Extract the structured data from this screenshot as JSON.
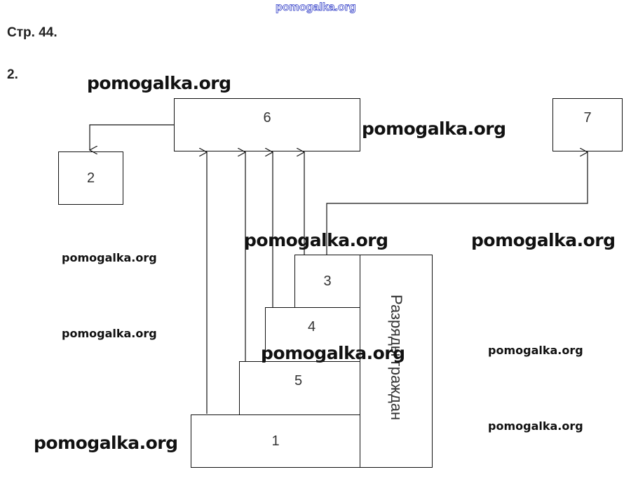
{
  "header": {
    "site_watermark": "pomogalka.org",
    "page_ref": "Стр. 44.",
    "task_number": "2."
  },
  "diagram": {
    "boxes": {
      "b1": "1",
      "b2": "2",
      "b3": "3",
      "b4": "4",
      "b5": "5",
      "b6": "6",
      "b7": "7"
    },
    "side_label": "Разряды граждан"
  },
  "watermarks": [
    "pomogalka.org",
    "pomogalka.org",
    "pomogalka.org",
    "pomogalka.org",
    "pomogalka.org",
    "pomogalka.org",
    "pomogalka.org",
    "pomogalka.org",
    "pomogalka.org",
    "pomogalka.org",
    "pomogalka.org"
  ]
}
